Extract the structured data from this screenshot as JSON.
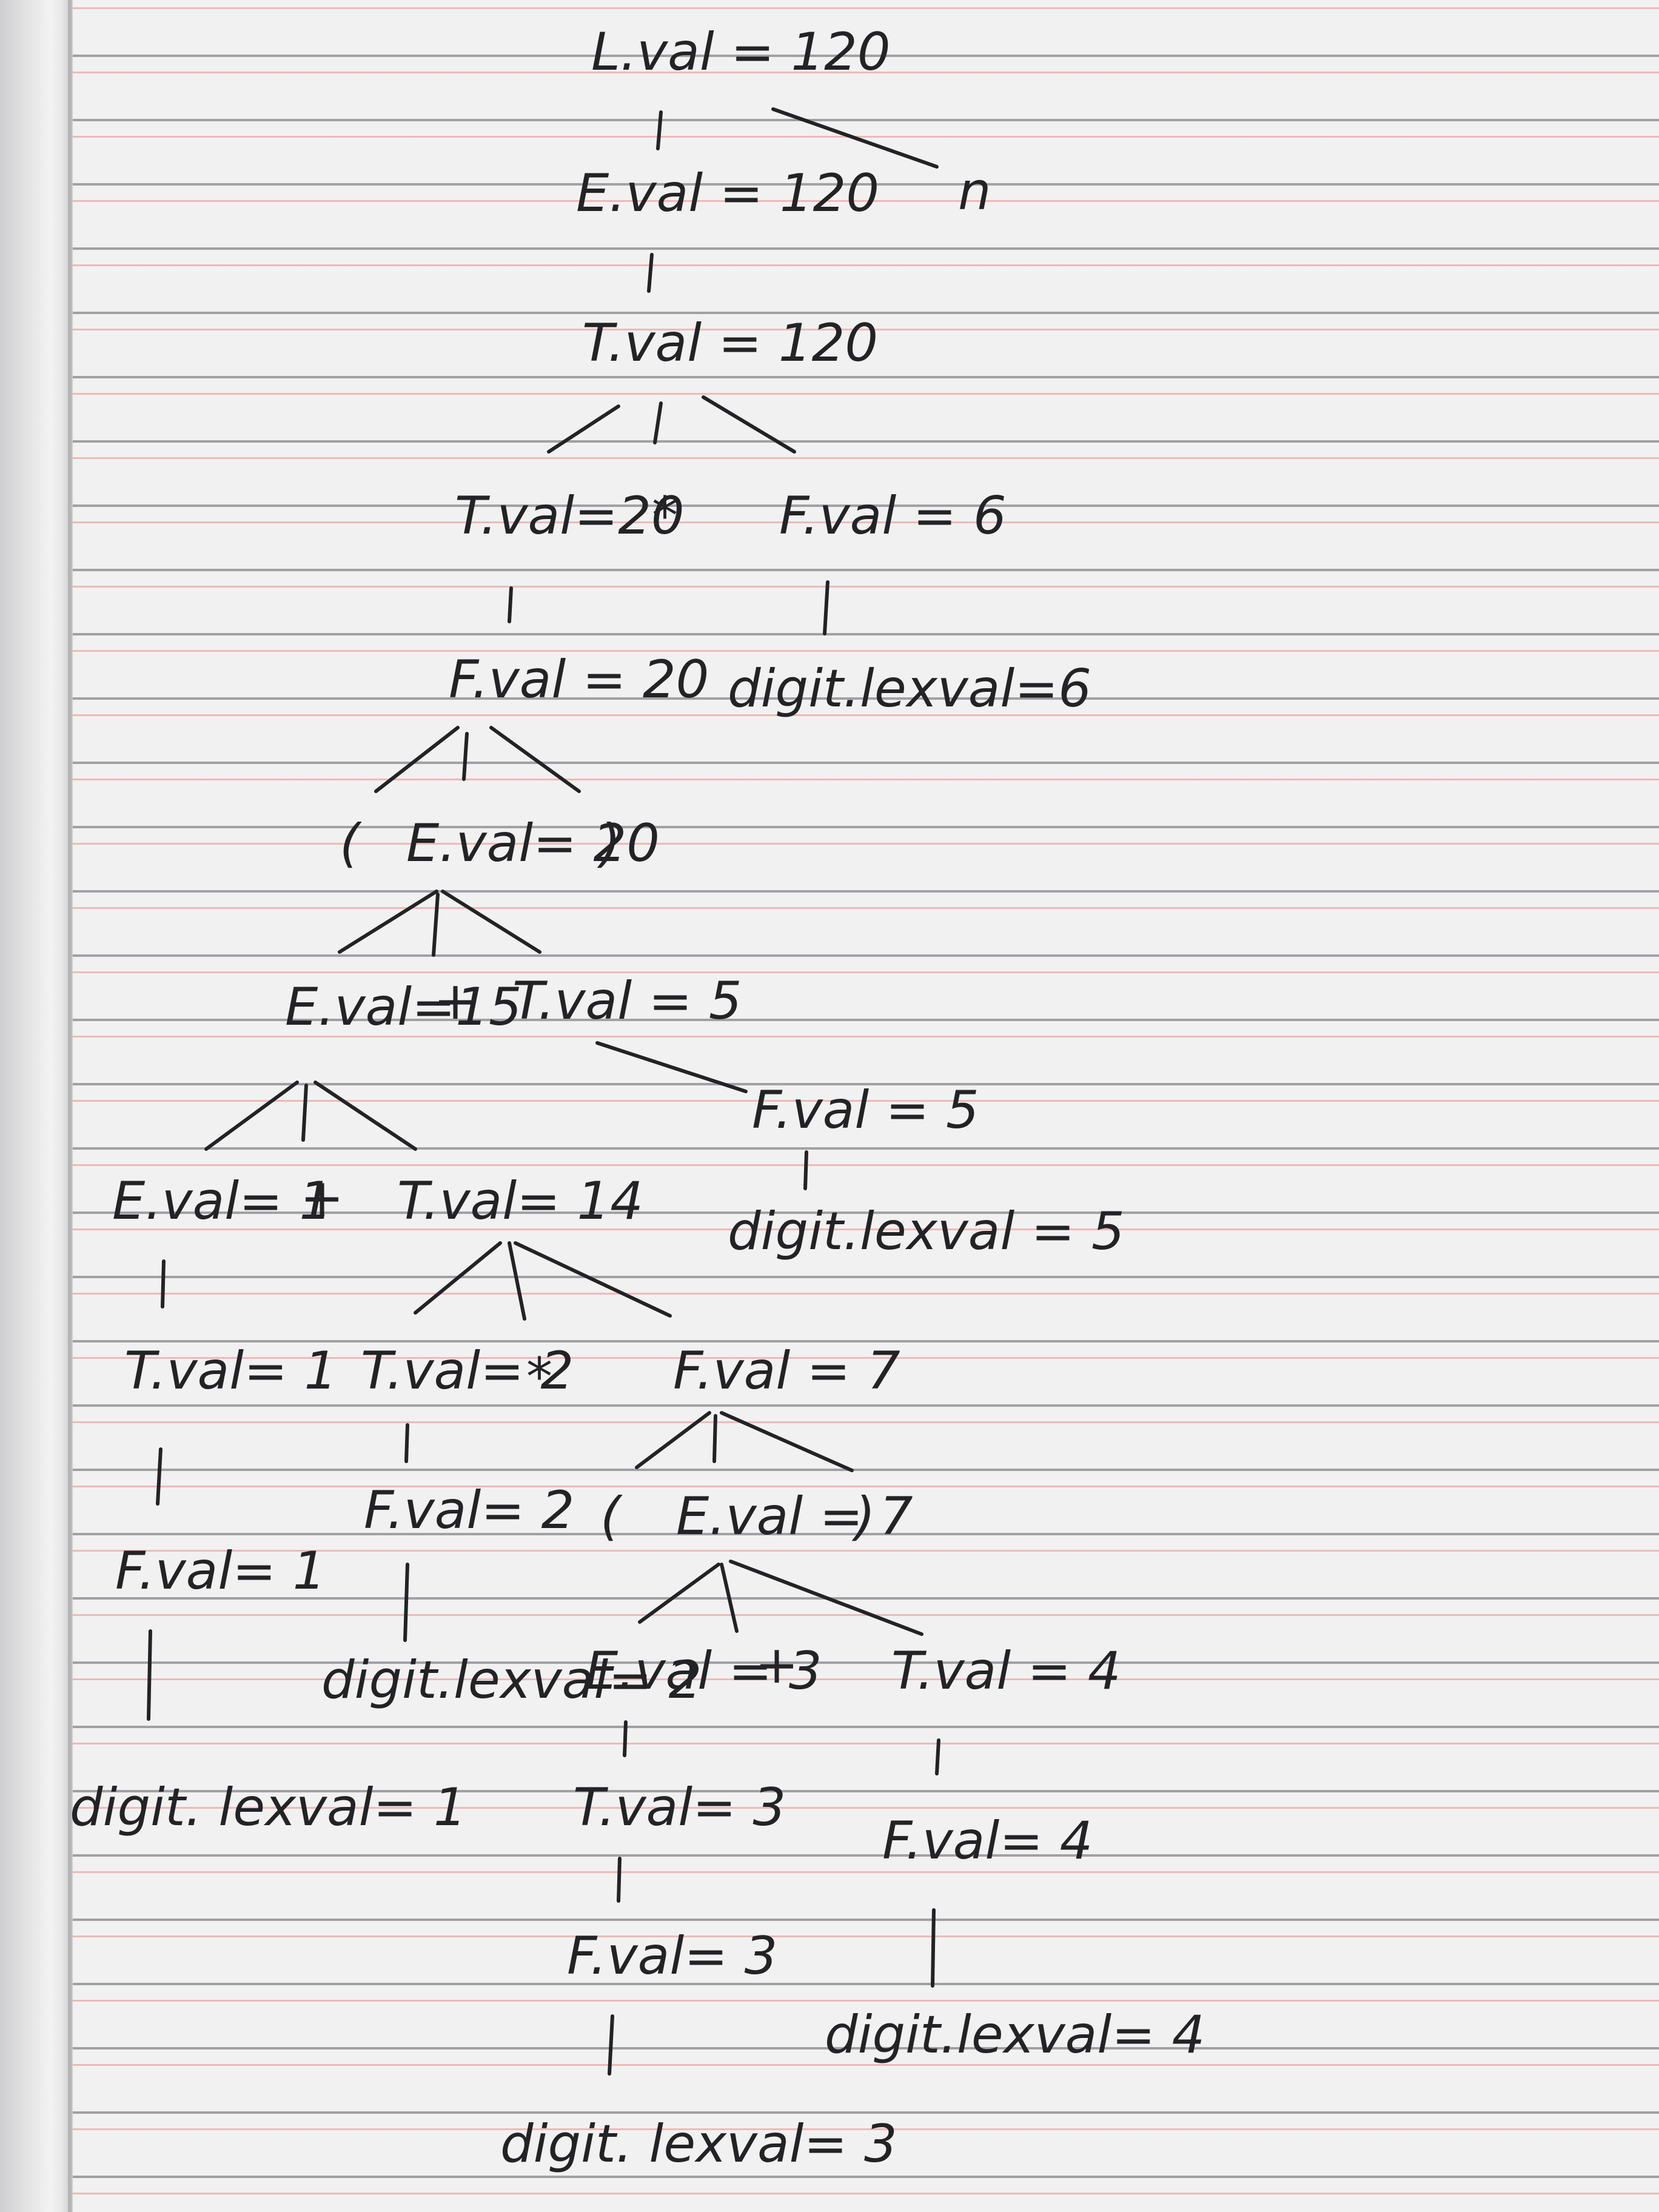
{
  "nodes": {
    "l_root": "L.val = 120",
    "n_token": "n",
    "e_120": "E.val = 120",
    "t_120": "T.val = 120",
    "t_20": "T.val=20",
    "star_top": "*",
    "f_6": "F.val = 6",
    "f_20": "F.val = 20",
    "digit_6": "digit.lexval=6",
    "lparen_outer": "(",
    "e_20": "E.val= 20",
    "rparen_outer": ")",
    "e_15": "E.val=15",
    "plus_mid": "+",
    "t_5": "T.val = 5",
    "f_5": "F.val = 5",
    "digit_5": "digit.lexval = 5",
    "e_1": "E.val= 1",
    "plus_left": "+",
    "t_14": "T.val= 14",
    "t_1": "T.val= 1",
    "t_2": "T.val= 2",
    "star_mid": "*",
    "f_7": "F.val = 7",
    "f_1": "F.val= 1",
    "f_2": "F.val= 2",
    "lparen_inner": "(",
    "e_7": "E.val = 7",
    "rparen_inner": ")",
    "digit_2": "digit.lexval= 2",
    "e_3": "E.val = 3",
    "plus_inner": "+",
    "t_4": "T.val = 4",
    "digit_1": "digit. lexval= 1",
    "t_3": "T.val= 3",
    "f_4": "F.val= 4",
    "f_3": "F.val= 3",
    "digit_4": "digit.lexval= 4",
    "digit_3": "digit. lexval= 3"
  }
}
